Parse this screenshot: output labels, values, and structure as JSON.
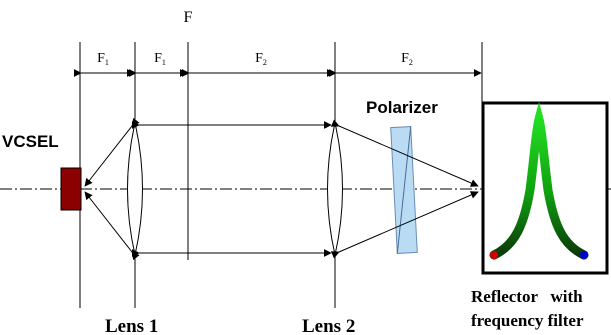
{
  "labels": {
    "top_focal": "F",
    "f1_a": "F",
    "f1_a_sub": "1",
    "f1_b": "F",
    "f1_b_sub": "1",
    "f2_a": "F",
    "f2_a_sub": "2",
    "f2_b": "F",
    "f2_b_sub": "2",
    "vcsel": "VCSEL",
    "polarizer": "Polarizer",
    "lens1": "Lens 1",
    "lens2": "Lens 2",
    "reflector_line1": "Reflector   with",
    "reflector_line2": "frequency filter"
  },
  "colors": {
    "vcsel_fill": "#8b0000",
    "polarizer_fill": "#b9dcf4",
    "filter_peak": "#0fc10f",
    "filter_low_left": "#d40000",
    "filter_low_right": "#0000d4"
  }
}
